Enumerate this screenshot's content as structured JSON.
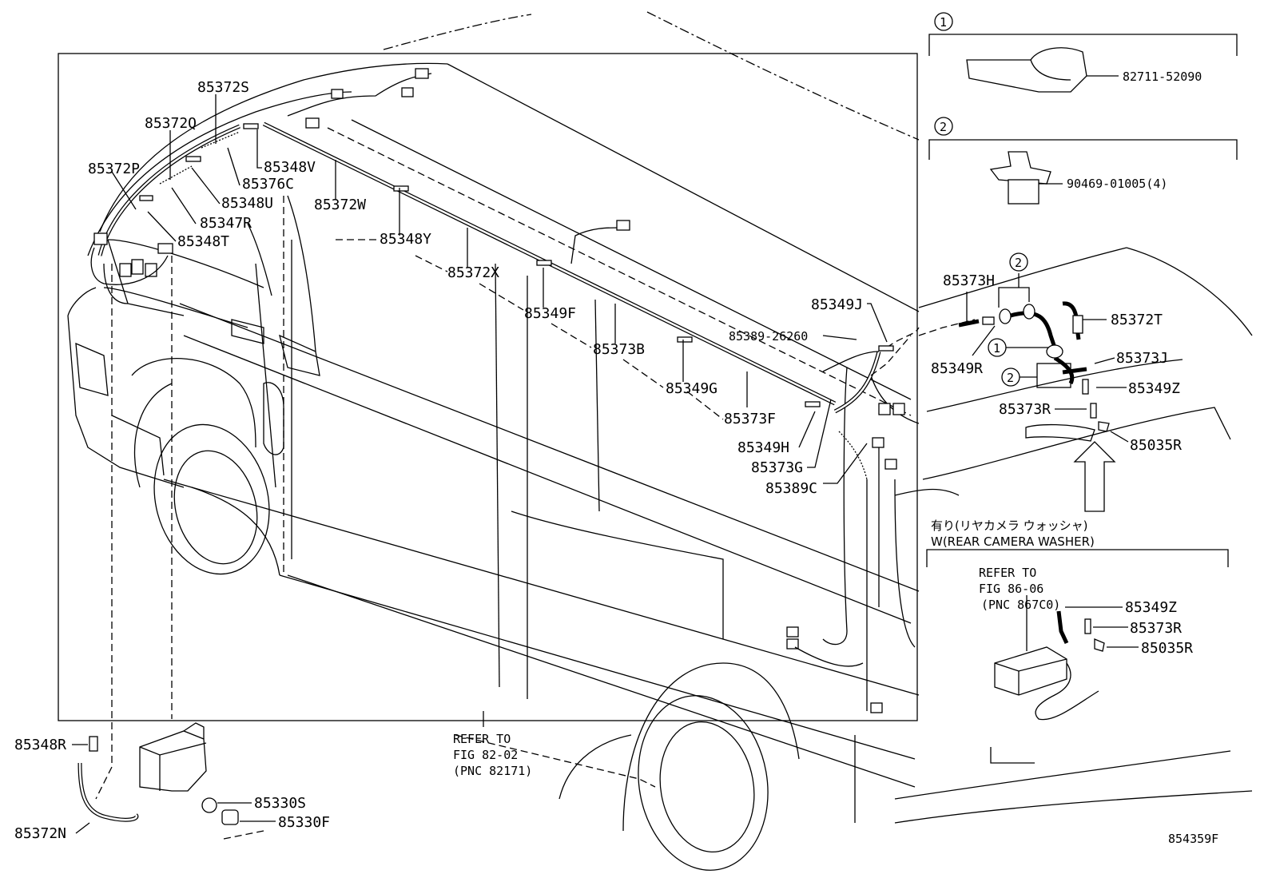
{
  "parts": {
    "p85372S": "85372S",
    "p85372Q": "85372Q",
    "p85372P": "85372P",
    "p85348V": "85348V",
    "p85376C": "85376C",
    "p85348U": "85348U",
    "p85347R": "85347R",
    "p85348T": "85348T",
    "p85372W": "85372W",
    "p85348Y": "85348Y",
    "p85372X": "85372X",
    "p85349F": "85349F",
    "p85373B": "85373B",
    "p85349G": "85349G",
    "p85373F": "85373F",
    "p85349H": "85349H",
    "p85373G": "85373G",
    "p85389C": "85389C",
    "p85349J": "85349J",
    "p85389_26260": "85389-26260",
    "p85373H": "85373H",
    "p85349R": "85349R",
    "p85372T": "85372T",
    "p85373J": "85373J",
    "p85349Z": "85349Z",
    "p85373R": "85373R",
    "p85035R": "85035R",
    "p85349Z_b": "85349Z",
    "p85373R_b": "85373R",
    "p85035R_b": "85035R",
    "p85348R": "85348R",
    "p85372N": "85372N",
    "p85330S": "85330S",
    "p85330F": "85330F",
    "p82711_52090": "82711-52090",
    "p90469_01005": "90469-01005(4)"
  },
  "callouts": {
    "one": "1",
    "two": "2"
  },
  "refs": {
    "fig8202_line1": "REFER TO",
    "fig8202_line2": "FIG 82-02",
    "fig8202_line3": "(PNC 82171)",
    "fig8606_line1": "REFER TO",
    "fig8606_line2": "FIG 86-06",
    "fig8606_line3": "(PNC 867C0)"
  },
  "notes": {
    "jp": "有り(リヤカメラ ウォッシャ)",
    "en": "W(REAR CAMERA WASHER)"
  },
  "illustration_id": "854359F"
}
